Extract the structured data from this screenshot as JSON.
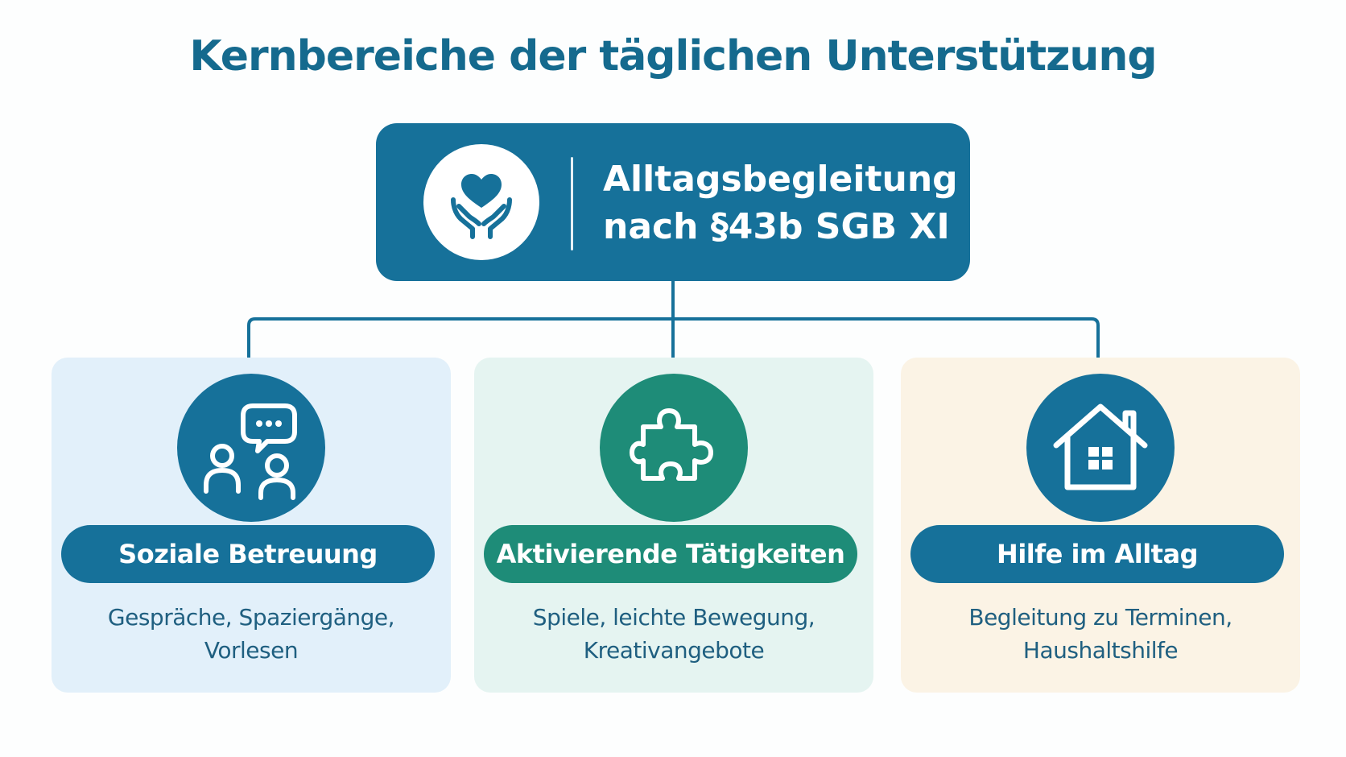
{
  "title": "Kernbereiche der täglichen Unterstützung",
  "colors": {
    "primary": "#16719a",
    "title": "#156a8e",
    "teal": "#1e8c78",
    "card_blue": "#e2f0fa",
    "card_green": "#e5f4f1",
    "card_beige": "#fbf3e5",
    "text_dark": "#1f5f80"
  },
  "root": {
    "icon": "heart-hands-icon",
    "line1": "Alltagsbegleitung",
    "line2": "nach §43b SGB XI"
  },
  "branches": [
    {
      "icon": "conversation-people-icon",
      "label": "Soziale Betreuung",
      "desc_line1": "Gespräche, Spaziergänge,",
      "desc_line2": "Vorlesen"
    },
    {
      "icon": "puzzle-piece-icon",
      "label": "Aktivierende Tätigkeiten",
      "desc_line1": "Spiele, leichte Bewegung,",
      "desc_line2": "Kreativangebote"
    },
    {
      "icon": "house-icon",
      "label": "Hilfe im Alltag",
      "desc_line1": "Begleitung zu Terminen,",
      "desc_line2": "Haushaltshilfe"
    }
  ]
}
